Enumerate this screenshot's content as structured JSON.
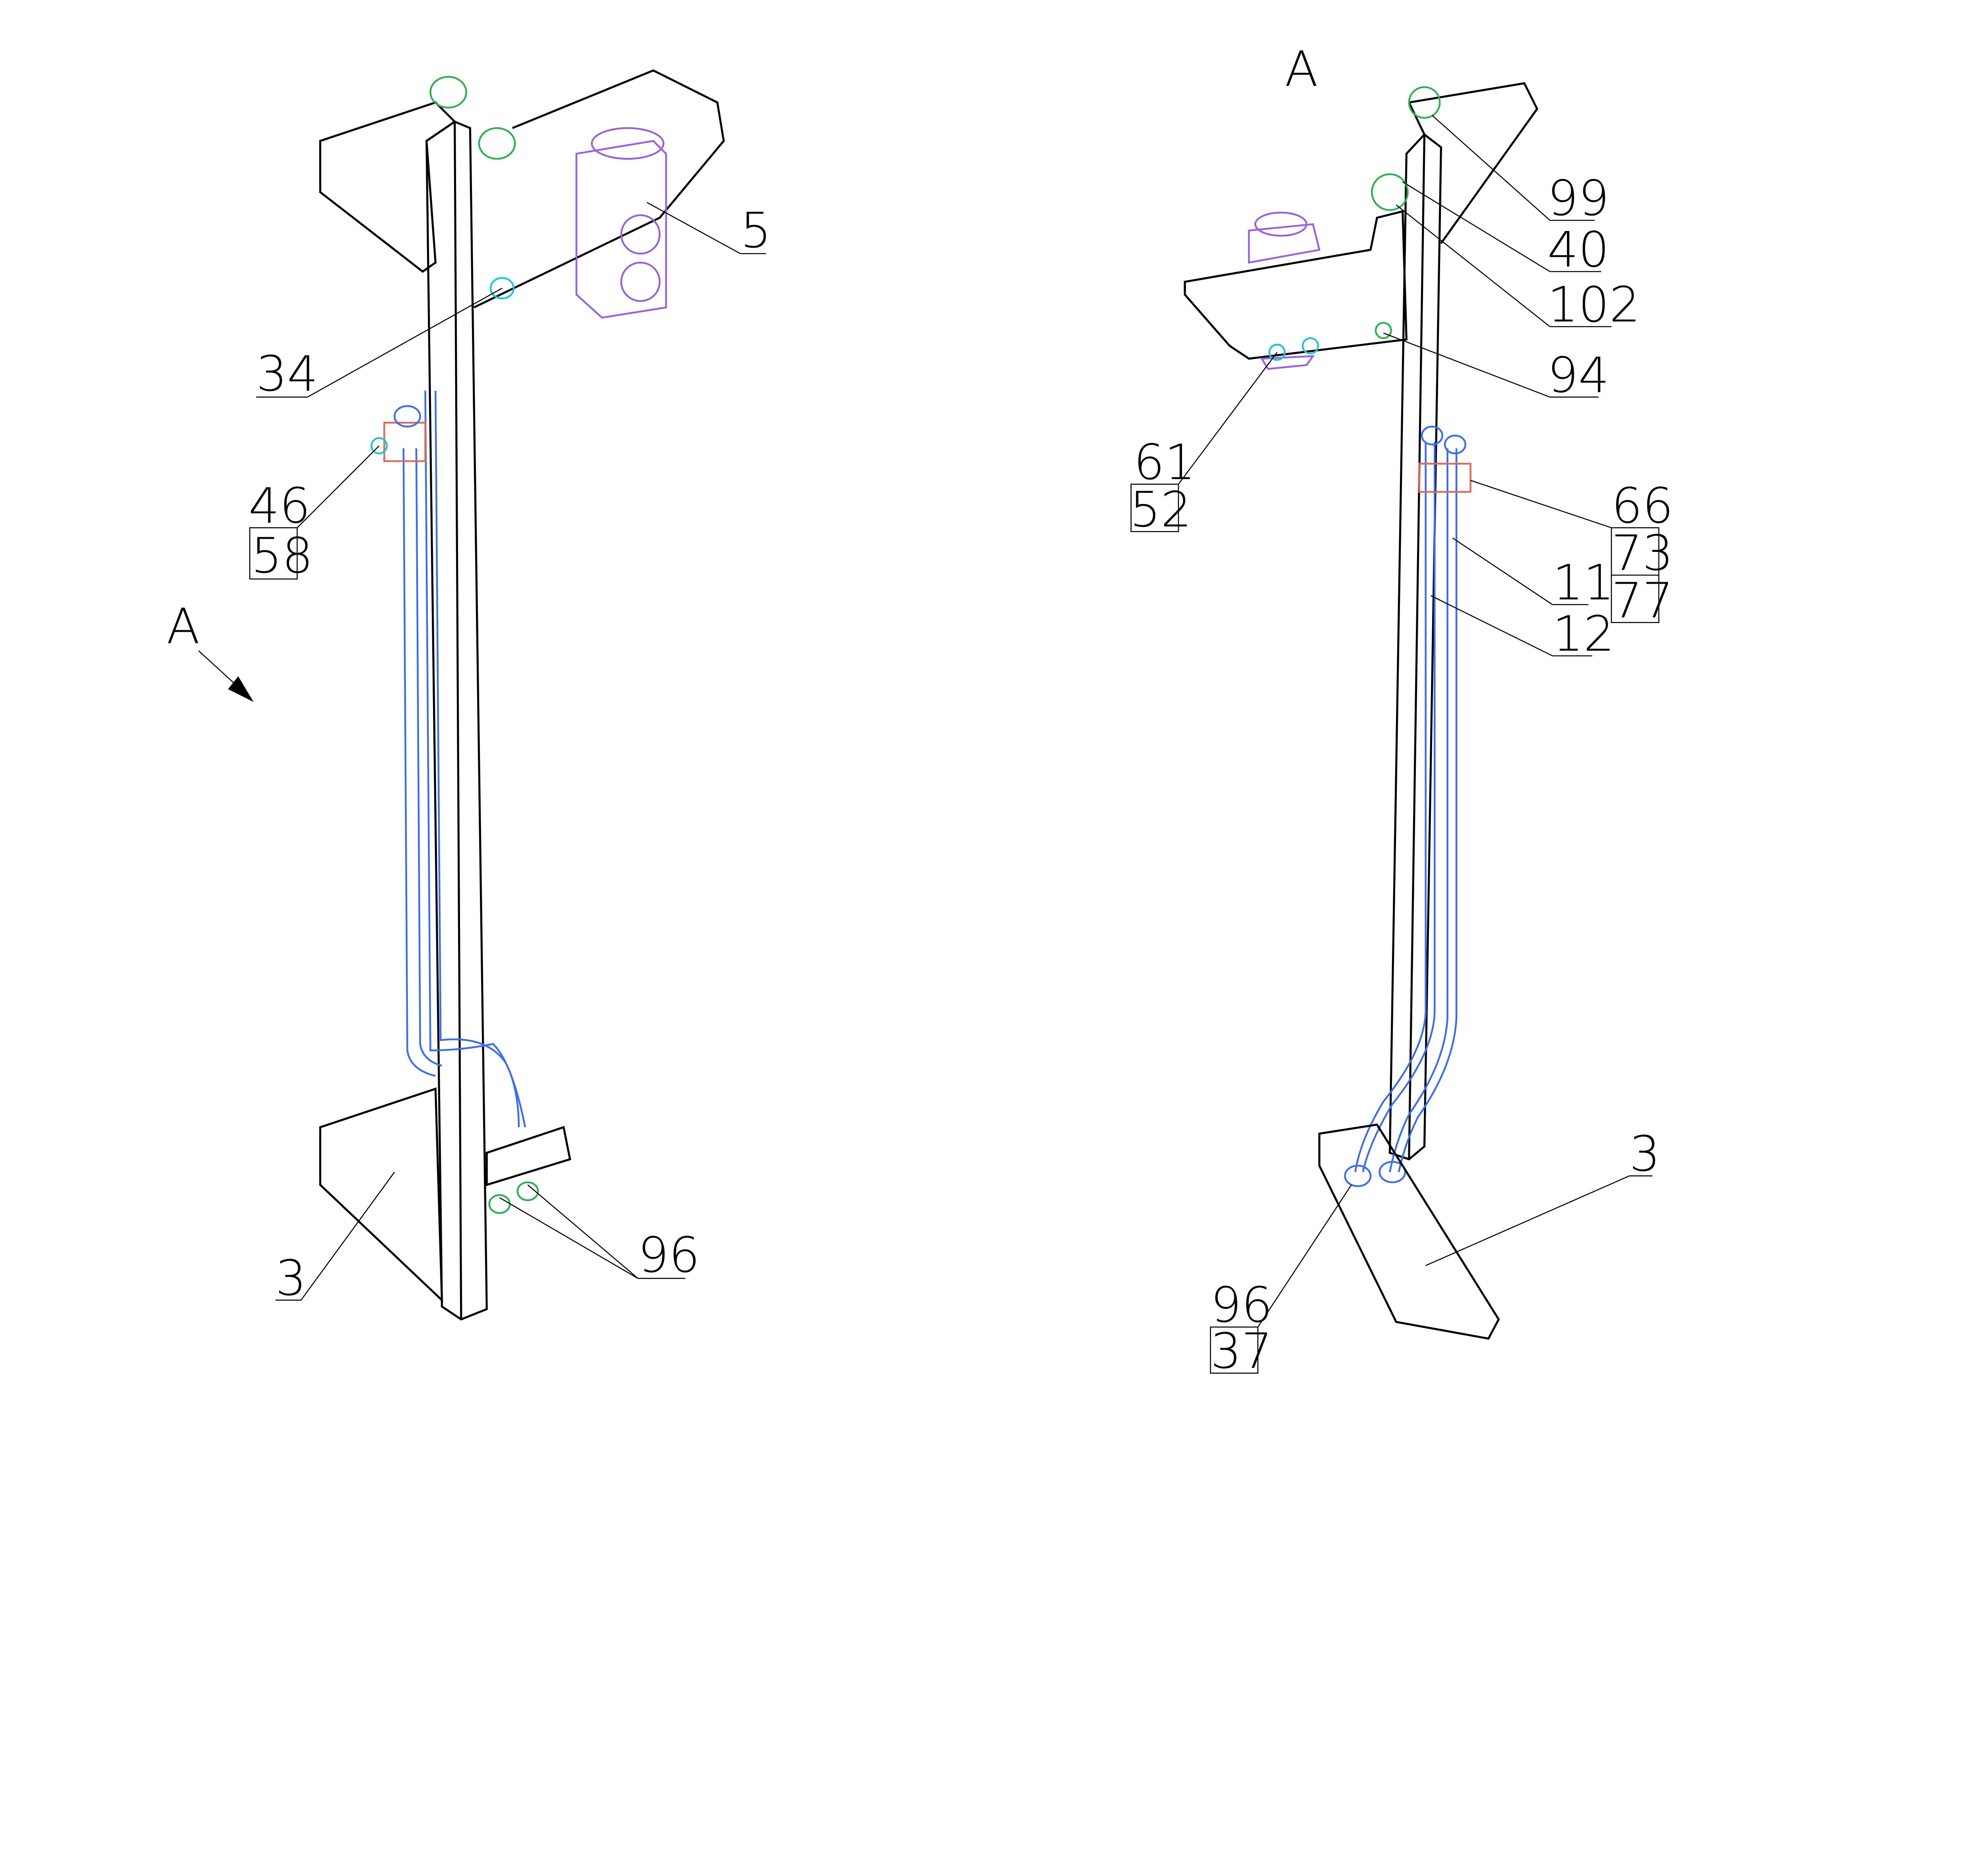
{
  "drawing": {
    "left_view": {
      "view_marker": "A",
      "callouts": [
        {
          "id": "5",
          "text": "5"
        },
        {
          "id": "34",
          "text": "34"
        },
        {
          "id": "46",
          "text": "46"
        },
        {
          "id": "58",
          "text": "58"
        },
        {
          "id": "3",
          "text": "3"
        },
        {
          "id": "96",
          "text": "96"
        }
      ]
    },
    "right_view": {
      "view_title": "A",
      "callouts": [
        {
          "id": "99",
          "text": "99"
        },
        {
          "id": "40",
          "text": "40"
        },
        {
          "id": "102",
          "text": "102"
        },
        {
          "id": "94",
          "text": "94"
        },
        {
          "id": "61",
          "text": "61"
        },
        {
          "id": "52",
          "text": "52"
        },
        {
          "id": "66",
          "text": "66"
        },
        {
          "id": "73",
          "text": "73"
        },
        {
          "id": "77",
          "text": "77"
        },
        {
          "id": "11",
          "text": "11"
        },
        {
          "id": "12",
          "text": "12"
        },
        {
          "id": "3",
          "text": "3"
        },
        {
          "id": "96",
          "text": "96"
        },
        {
          "id": "37",
          "text": "37"
        }
      ]
    },
    "colors": {
      "pipes": "#3a6cf0",
      "fittings": "#2bb24c",
      "washers": "#18c8d8",
      "valve_block": "#9a5ee0",
      "clamp": "#e06a5a"
    }
  }
}
